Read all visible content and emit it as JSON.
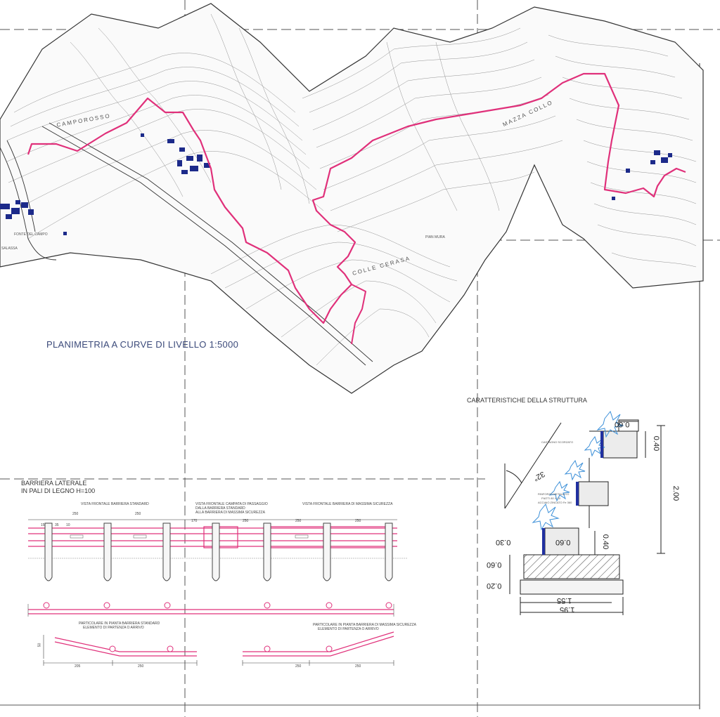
{
  "map": {
    "title": "PLANIMETRIA A CURVE DI LIVELLO 1:5000",
    "place_labels": [
      "CAMPOROSSO",
      "FONTE DEL CAMPO",
      "COLLE CERASA",
      "PIAN MURA",
      "MAZZA COLLO",
      "SALASSA"
    ],
    "route_color": "#e0307a",
    "building_color": "#1c2a8a"
  },
  "structure": {
    "title": "CARATTERISTICHE DELLA STRUTTURA",
    "dims": {
      "top_width": "0.60",
      "top_height": "0.40",
      "total_height": "2.00",
      "angle": "32°",
      "mid_width": "0.60",
      "mid_height": "0.40",
      "step": "0.30",
      "base_h": "0.60",
      "slab_h": "0.20",
      "w1": "1.55",
      "w2": "1.95"
    },
    "notes": [
      "CASTAGNO SCORZATO",
      "RINFORZO METALLICO",
      "PIATTI 80 X 10",
      "ACCIAIO ZINCATO Fe 360"
    ],
    "accent_color": "#3b8fd8"
  },
  "barrier": {
    "title_line1": "BARRIERA LATERALE",
    "title_line2": "IN PALI DI LEGNO  H=100",
    "views": [
      "VISTA FRONTALE BARRIERA STANDARD",
      "VISTA FRONTALE CAMPATA DI PASSAGGIO",
      "DALLA BARRIERA STANDARD",
      "ALLA BARRIERA DI MASSIMA SICUREZZA",
      "VISTA FRONTALE BARRIERA DI MASSIMA SICUREZZA"
    ],
    "plan_notes": [
      "PARTICOLARE IN PIANTA BARRIERA STANDARD",
      "ELEMENTO DI PARTENZA O ARRIVO",
      "PARTICOLARE IN PIANTA BARRIERA DI MASSIMA SICUREZZA",
      "ELEMENTO DI PARTENZA O ARRIVO"
    ],
    "dims": [
      "250",
      "250",
      "170",
      "250",
      "250",
      "250",
      "205",
      "250",
      "250",
      "250",
      "50",
      "15",
      "35",
      "10"
    ],
    "line_color": "#e0307a"
  }
}
